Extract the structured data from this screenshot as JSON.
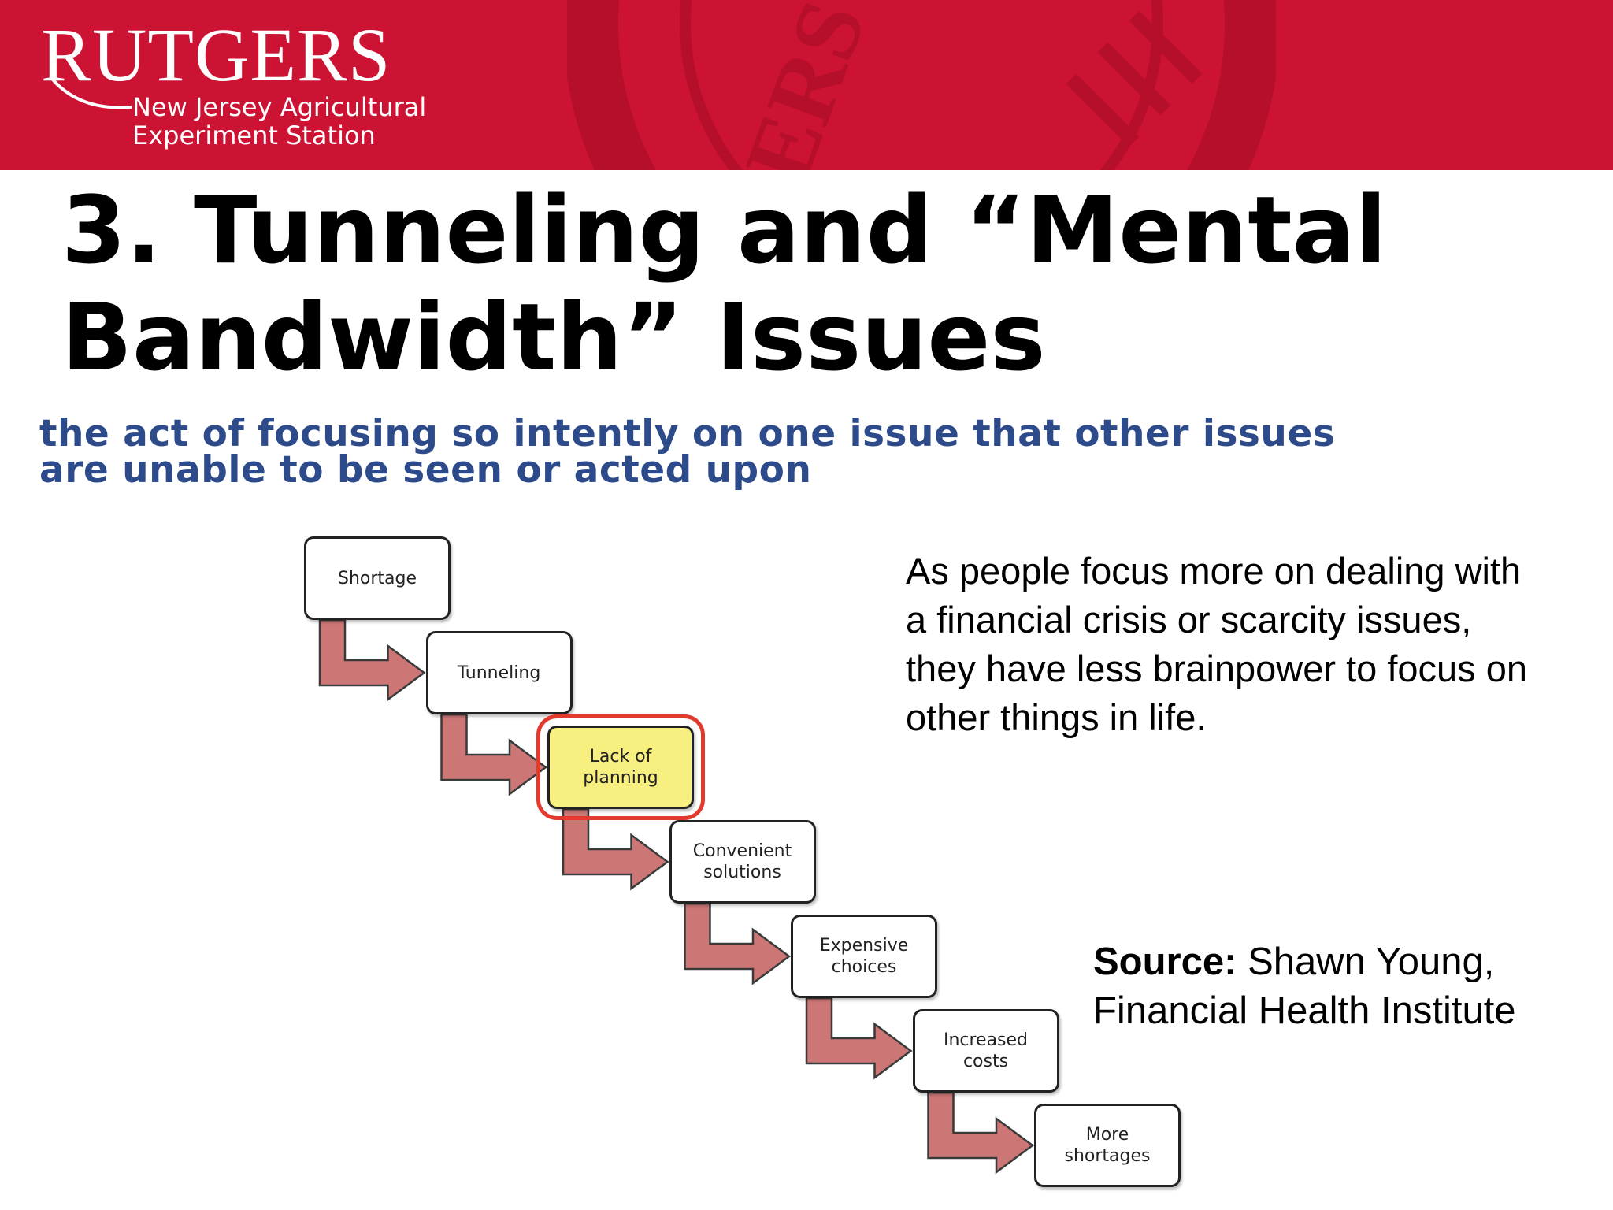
{
  "header": {
    "logo": "RUTGERS",
    "subtitle_line1": "New Jersey Agricultural",
    "subtitle_line2": "Experiment Station",
    "background_color": "#cc1333"
  },
  "slide": {
    "title_line1": "3. Tunneling and “Mental",
    "title_line2": "Bandwidth” Issues",
    "definition": "the act of focusing so intently on one issue that other issues are unable to be seen or acted upon",
    "description": "As people focus more on dealing with a financial crisis or scarcity issues, they have less brainpower to focus on other things in life.",
    "source_label": "Source:",
    "source_text": "Shawn Young, Financial Health Institute"
  },
  "diagram": {
    "steps": [
      {
        "label": "Shortage",
        "highlighted": false
      },
      {
        "label": "Tunneling",
        "highlighted": false
      },
      {
        "label": "Lack of planning",
        "highlighted": true
      },
      {
        "label": "Convenient solutions",
        "highlighted": false
      },
      {
        "label": "Expensive choices",
        "highlighted": false
      },
      {
        "label": "Increased costs",
        "highlighted": false
      },
      {
        "label": "More shortages",
        "highlighted": false
      }
    ],
    "arrow_color": "#cc7676",
    "highlight_fill": "#f7ef80",
    "highlight_border": "#e23b2e"
  }
}
